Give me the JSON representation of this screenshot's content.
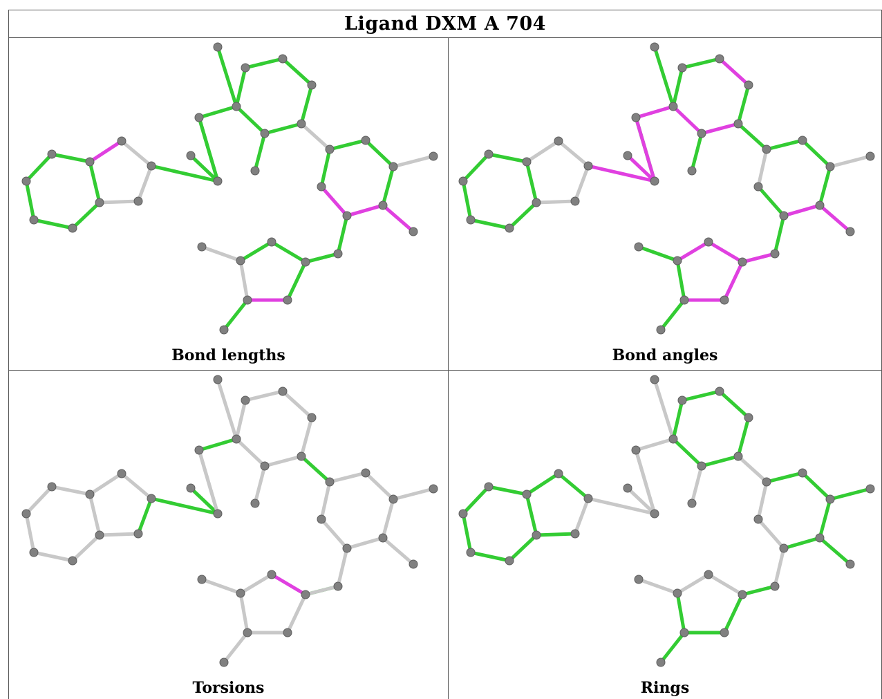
{
  "title": "Ligand DXM A 704",
  "colors": {
    "atom": "#808080",
    "bond_default": "#c8c8c8",
    "bond_ok": "#33cc33",
    "bond_outlier": "#e040e0"
  },
  "panels": [
    {
      "caption": "Bond lengths",
      "bond_colors": [
        "m",
        "g",
        "g",
        "g",
        "g",
        "g",
        "g",
        "w",
        "w",
        "w",
        "g",
        "g",
        "g",
        "g",
        "g",
        "g",
        "g",
        "g",
        "g",
        "g",
        "g",
        "g",
        "w",
        "g",
        "g",
        "w",
        "g",
        "m",
        "m",
        "m",
        "g",
        "g",
        "g",
        "g",
        "g",
        "w",
        "w",
        "g",
        "m",
        "g",
        "g",
        "g"
      ]
    },
    {
      "caption": "Bond angles",
      "bond_colors": [
        "w",
        "g",
        "g",
        "g",
        "g",
        "g",
        "g",
        "w",
        "w",
        "w",
        "m",
        "g",
        "m",
        "m",
        "g",
        "g",
        "g",
        "m",
        "g",
        "m",
        "m",
        "g",
        "g",
        "g",
        "g",
        "w",
        "g",
        "m",
        "m",
        "g",
        "w",
        "g",
        "m",
        "m",
        "m",
        "g",
        "g",
        "g",
        "m",
        "m",
        "m",
        "m"
      ]
    },
    {
      "caption": "Torsions",
      "bond_colors": [
        "w",
        "w",
        "w",
        "w",
        "w",
        "w",
        "w",
        "w",
        "w",
        "g",
        "g",
        "w",
        "g",
        "g",
        "w",
        "w",
        "w",
        "w",
        "w",
        "w",
        "w",
        "w",
        "g",
        "w",
        "w",
        "w",
        "w",
        "w",
        "w",
        "w",
        "w",
        "w",
        "g",
        "m",
        "w",
        "w",
        "w",
        "w",
        "w",
        "w",
        "w",
        "w"
      ]
    },
    {
      "caption": "Rings",
      "bond_colors": [
        "g",
        "g",
        "g",
        "g",
        "g",
        "g",
        "g",
        "g",
        "g",
        "w",
        "w",
        "w",
        "w",
        "w",
        "w",
        "g",
        "g",
        "g",
        "g",
        "g",
        "g",
        "w",
        "w",
        "g",
        "g",
        "g",
        "g",
        "g",
        "g",
        "w",
        "w",
        "w",
        "w",
        "w",
        "w",
        "w",
        "g",
        "g",
        "g",
        "g",
        "g",
        "w"
      ]
    }
  ]
}
